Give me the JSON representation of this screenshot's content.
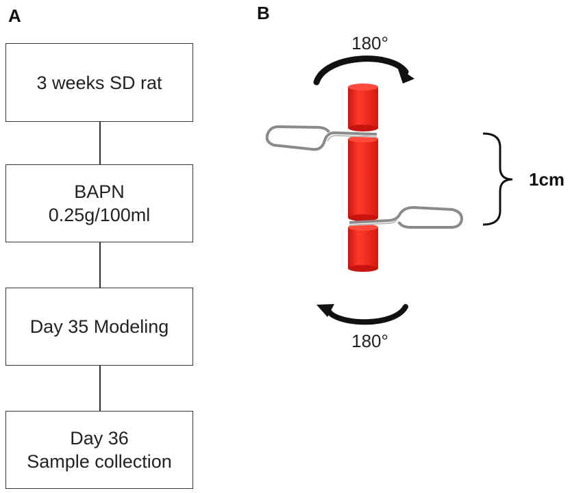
{
  "panel_a": {
    "label": "A",
    "steps": [
      {
        "line1": "3 weeks SD rat",
        "line2": ""
      },
      {
        "line1": "BAPN",
        "line2": "0.25g/100ml"
      },
      {
        "line1": "Day 35 Modeling",
        "line2": ""
      },
      {
        "line1": "Day 36",
        "line2": "Sample collection"
      }
    ]
  },
  "panel_b": {
    "label": "B",
    "rotation_top": "180°",
    "rotation_bottom": "180°",
    "distance": "1cm",
    "colors": {
      "vessel": "#e8201a",
      "vessel_highlight": "#ff5a4a",
      "clip": "#8a8a8a",
      "arrow": "#111111"
    }
  }
}
